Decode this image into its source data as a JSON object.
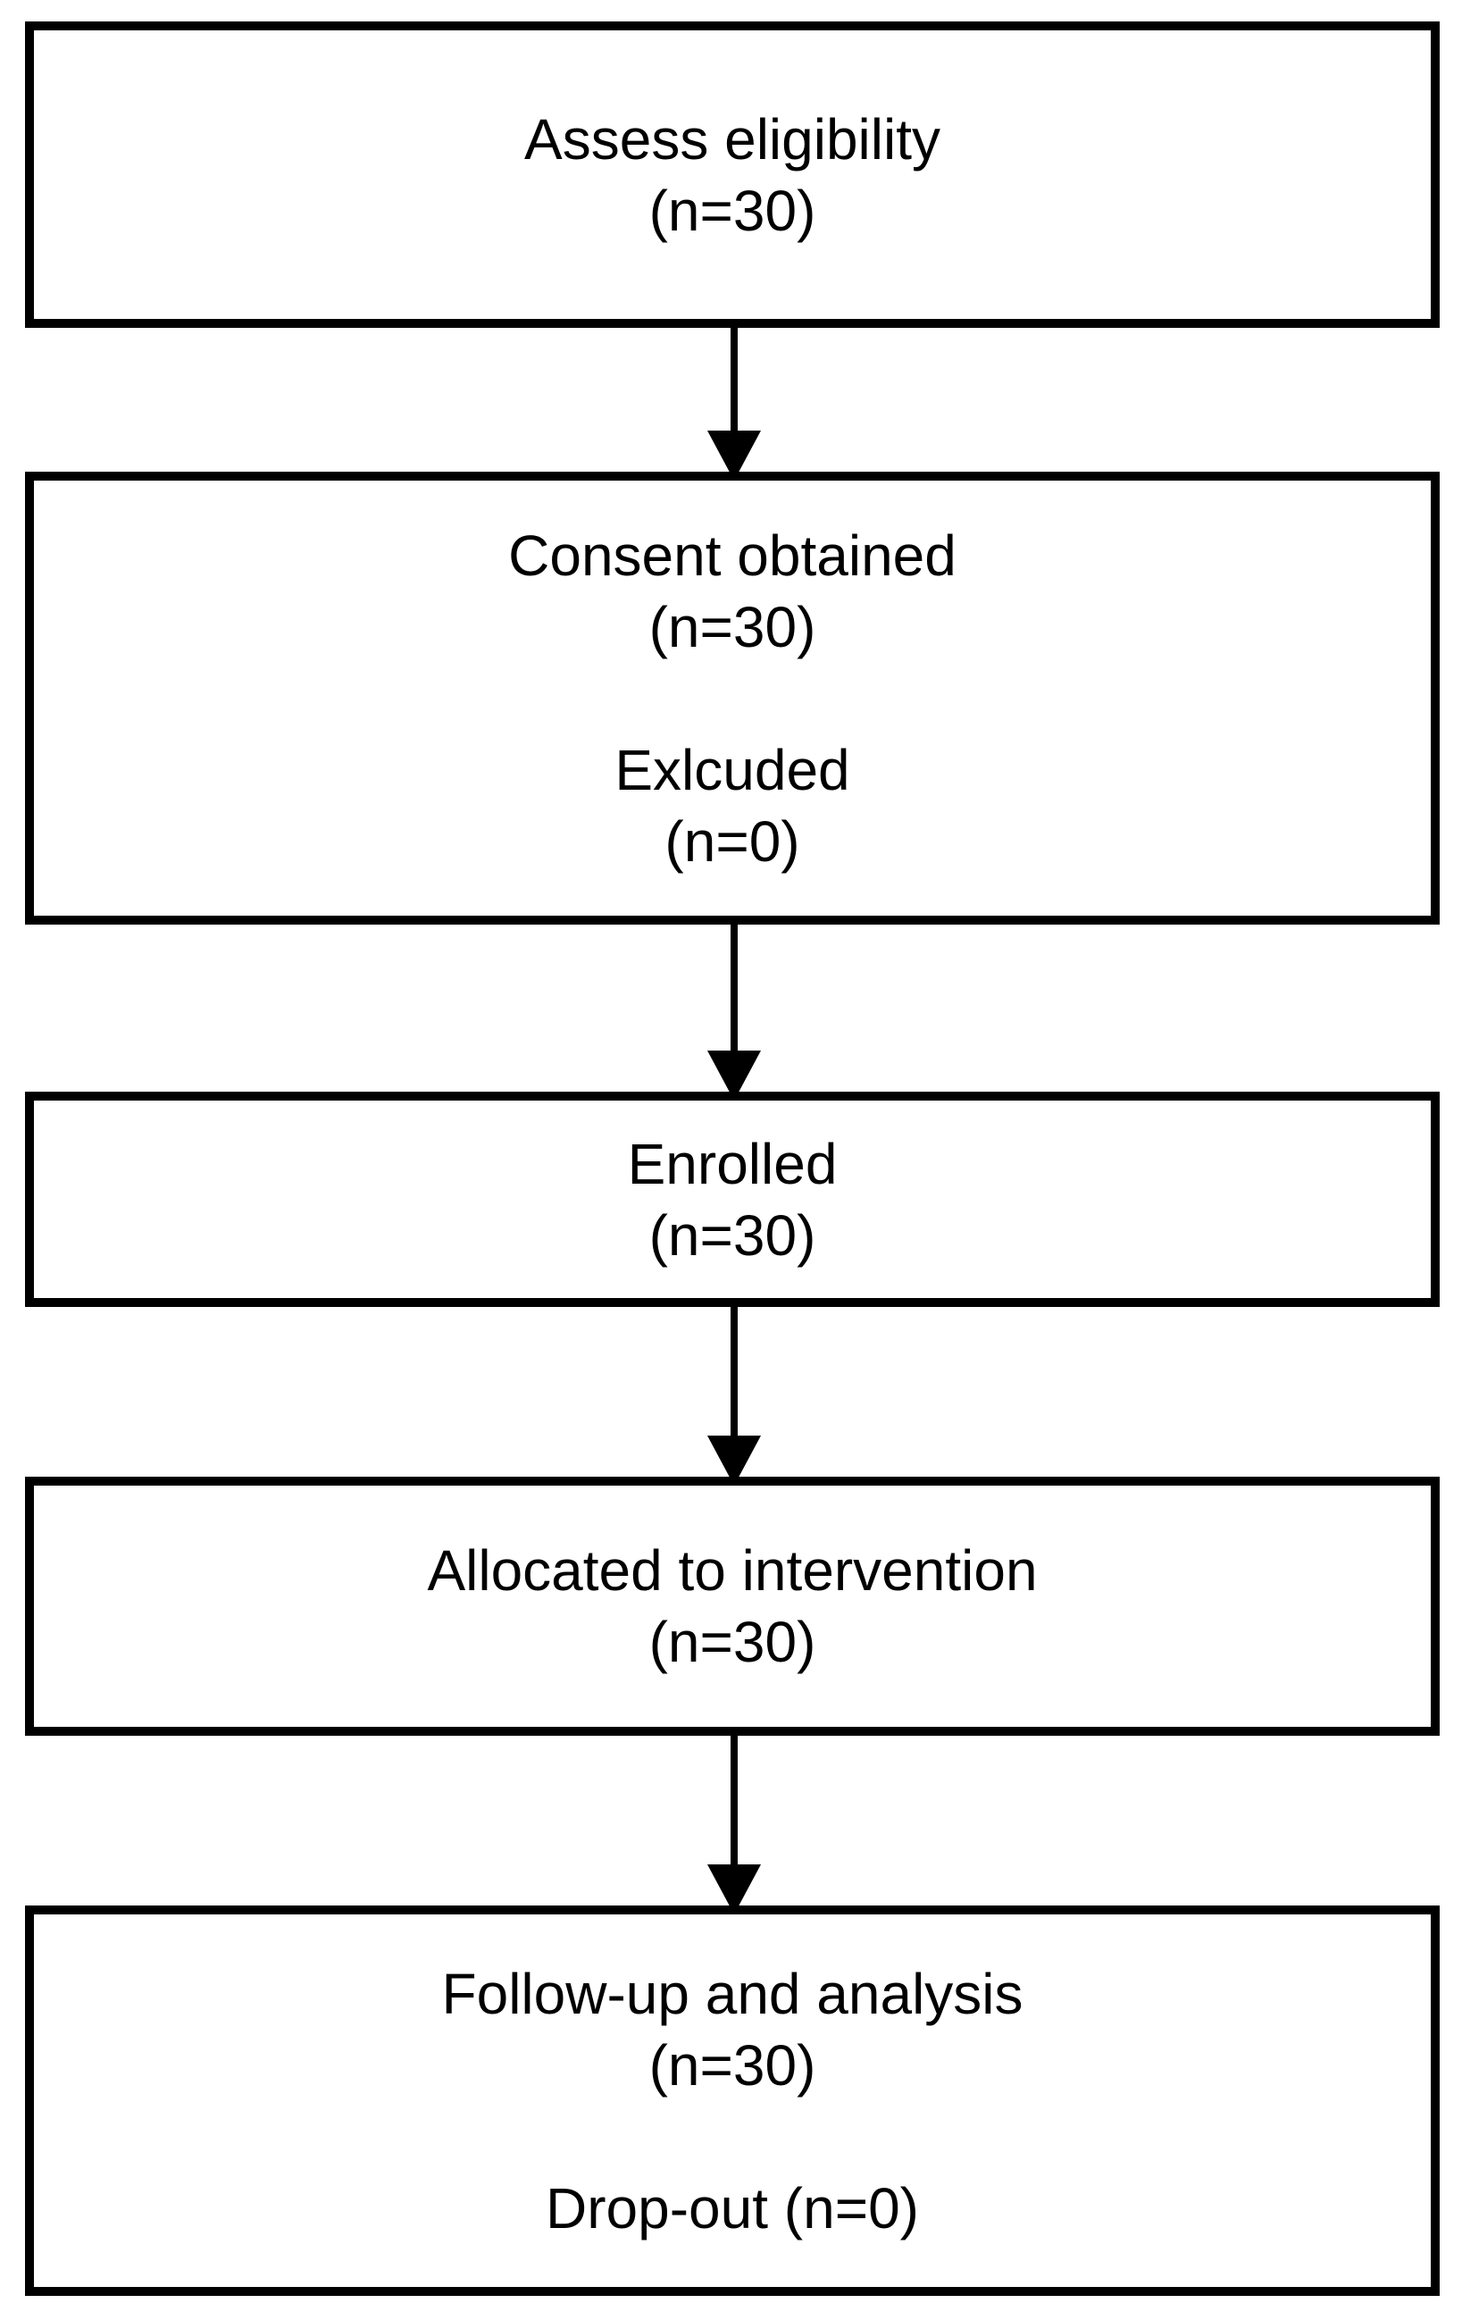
{
  "diagram": {
    "type": "flowchart",
    "boxes": [
      {
        "id": "assess-eligibility",
        "text": "Assess eligibility\n(n=30)"
      },
      {
        "id": "consent-obtained",
        "text": "Consent obtained\n(n=30)\n\nExlcuded\n(n=0)"
      },
      {
        "id": "enrolled",
        "text": "Enrolled\n(n=30)"
      },
      {
        "id": "allocated-to-intervention",
        "text": "Allocated to intervention\n(n=30)"
      },
      {
        "id": "follow-up-and-analysis",
        "text": "Follow-up and analysis\n(n=30)\n\nDrop-out (n=0)"
      }
    ],
    "colors": {
      "background": "#ffffff",
      "box_border": "#000000",
      "text": "#000000",
      "arrow": "#000000"
    }
  }
}
